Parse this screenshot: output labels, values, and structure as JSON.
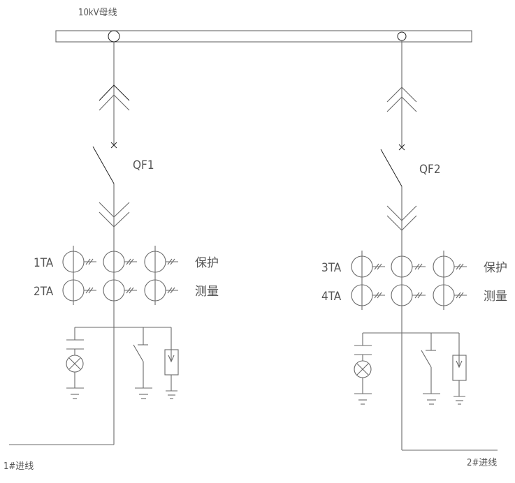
{
  "busbar": {
    "label": "10kV母线"
  },
  "feeders": [
    {
      "breaker": "QF1",
      "ct_top": "1TA",
      "ct_bottom": "2TA",
      "use_top": "保护",
      "use_bottom": "测量",
      "incoming": "1#进线"
    },
    {
      "breaker": "QF2",
      "ct_top": "3TA",
      "ct_bottom": "4TA",
      "use_top": "保护",
      "use_bottom": "测量",
      "incoming": "2#进线"
    }
  ]
}
